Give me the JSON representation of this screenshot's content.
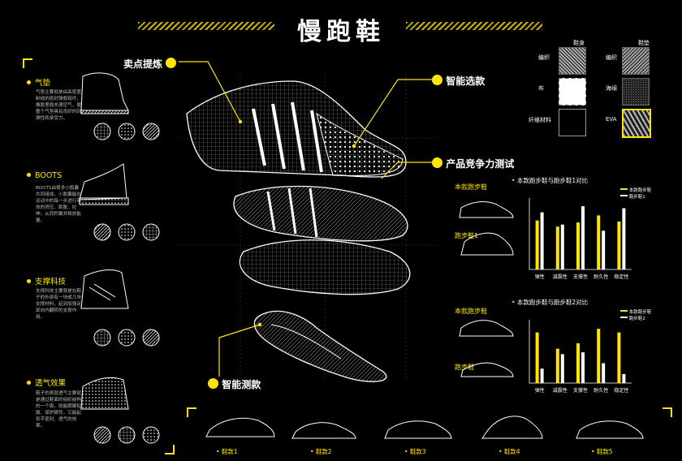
{
  "page": {
    "title": "慢跑鞋"
  },
  "features": [
    {
      "title": "气垫",
      "desc": "气垫主要就是由高密度制成的密封弹般组件，橡胶里面充满空气，便整个气垫具有良好的回弹性和承受力。"
    },
    {
      "title": "BOOTS",
      "desc": "BOOTS由很多小胶囊共同组成，小胶囊能在运动中的每一步进行有效的挤压、膨胀、拉伸，从而积聚并释放能量。"
    },
    {
      "title": "支撑科技",
      "desc": "支撑科技主要就是在鞋子的外部有一块或几块支撑材料，起到加强足部向内翻转的支撑作用。"
    },
    {
      "title": "透气效果",
      "desc": "鞋子的表层透气主要就是通过鞋面的组织结构的一个面，既能跟脚贴服、保护脚背，又能起到不密封、透气的效果。"
    }
  ],
  "callouts": {
    "selling_points": "卖点提炼",
    "smart_selection": "智能选款",
    "competitiveness": "产品竞争力测试",
    "smart_test": "智能测款"
  },
  "materials": {
    "col_upper": "鞋身",
    "col_sole": "鞋垫",
    "upper": [
      "编织",
      "布",
      "纤维材料"
    ],
    "sole": [
      "编织",
      "海绵",
      "EVA"
    ]
  },
  "competition": [
    {
      "left_label": "本款跑步鞋",
      "right_label": "跑步鞋1"
    },
    {
      "left_label": "本款跑步鞋",
      "right_label": "跑步鞋"
    }
  ],
  "chart_data": [
    {
      "type": "bar",
      "title": "本款跑步鞋与跑步鞋1对比",
      "categories": [
        "弹性",
        "减震性",
        "支撑性",
        "耐久性",
        "稳定性"
      ],
      "series": [
        {
          "name": "本款跑步鞋",
          "values": [
            48,
            42,
            46,
            53,
            47
          ]
        },
        {
          "name": "跑步鞋1",
          "values": [
            56,
            44,
            62,
            38,
            60
          ]
        }
      ],
      "ylim": [
        0,
        70
      ],
      "colors": [
        "#ffe600",
        "#ffffff"
      ],
      "legend": "top-right"
    },
    {
      "type": "bar",
      "title": "本款跑步鞋与跑步鞋2对比",
      "categories": [
        "弹性",
        "减震性",
        "支撑性",
        "耐久性",
        "稳定性"
      ],
      "series": [
        {
          "name": "本款跑步鞋",
          "values": [
            56,
            38,
            44,
            60,
            56
          ]
        },
        {
          "name": "跑步鞋2",
          "values": [
            16,
            32,
            34,
            22,
            10
          ]
        }
      ],
      "ylim": [
        0,
        70
      ],
      "colors": [
        "#ffe600",
        "#ffffff"
      ],
      "legend": "top-right"
    }
  ],
  "models": [
    "鞋款1",
    "鞋款2",
    "鞋款3",
    "鞋款4",
    "鞋款5"
  ],
  "colors": {
    "accent": "#ffe600",
    "background": "#000000",
    "line": "#ffffff"
  }
}
